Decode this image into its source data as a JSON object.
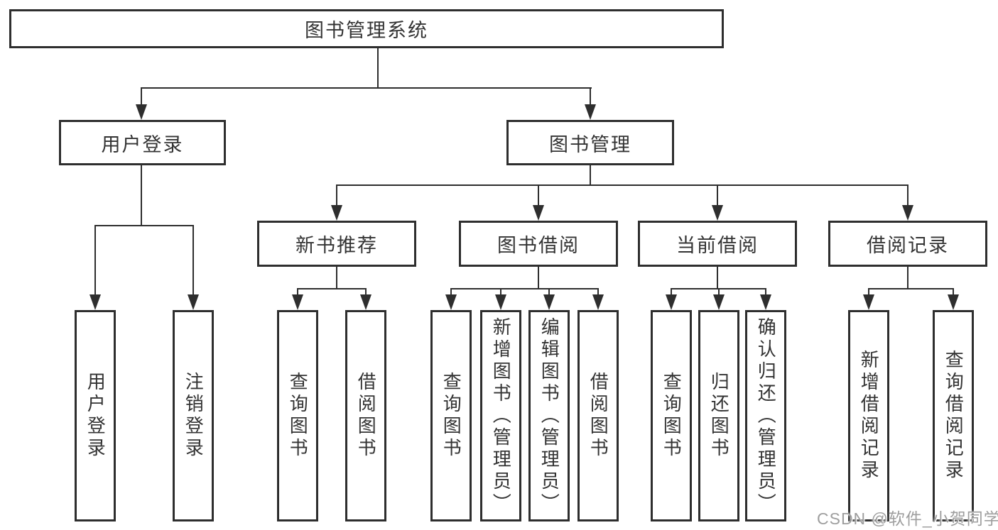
{
  "tree": {
    "root": {
      "label": "图书管理系统"
    },
    "branches": [
      {
        "label": "用户登录",
        "children": [
          {
            "label": "用户登录"
          },
          {
            "label": "注销登录"
          }
        ]
      },
      {
        "label": "图书管理",
        "children": [
          {
            "label": "新书推荐",
            "children": [
              {
                "label": "查询图书"
              },
              {
                "label": "借阅图书"
              }
            ]
          },
          {
            "label": "图书借阅",
            "children": [
              {
                "label": "查询图书"
              },
              {
                "label": "新增图书（管理员）"
              },
              {
                "label": "编辑图书（管理员）"
              },
              {
                "label": "借阅图书"
              }
            ]
          },
          {
            "label": "当前借阅",
            "children": [
              {
                "label": "查询图书"
              },
              {
                "label": "归还图书"
              },
              {
                "label": "确认归还（管理员）"
              }
            ]
          },
          {
            "label": "借阅记录",
            "children": [
              {
                "label": "新增借阅记录"
              },
              {
                "label": "查询借阅记录"
              }
            ]
          }
        ]
      }
    ]
  },
  "watermark": "CSDN @软件_小贺同学",
  "colors": {
    "line": "#2e2e2e",
    "box_border": "#2e2e2e",
    "text": "#333333",
    "background": "#ffffff",
    "watermark": "#9e9e9e"
  }
}
